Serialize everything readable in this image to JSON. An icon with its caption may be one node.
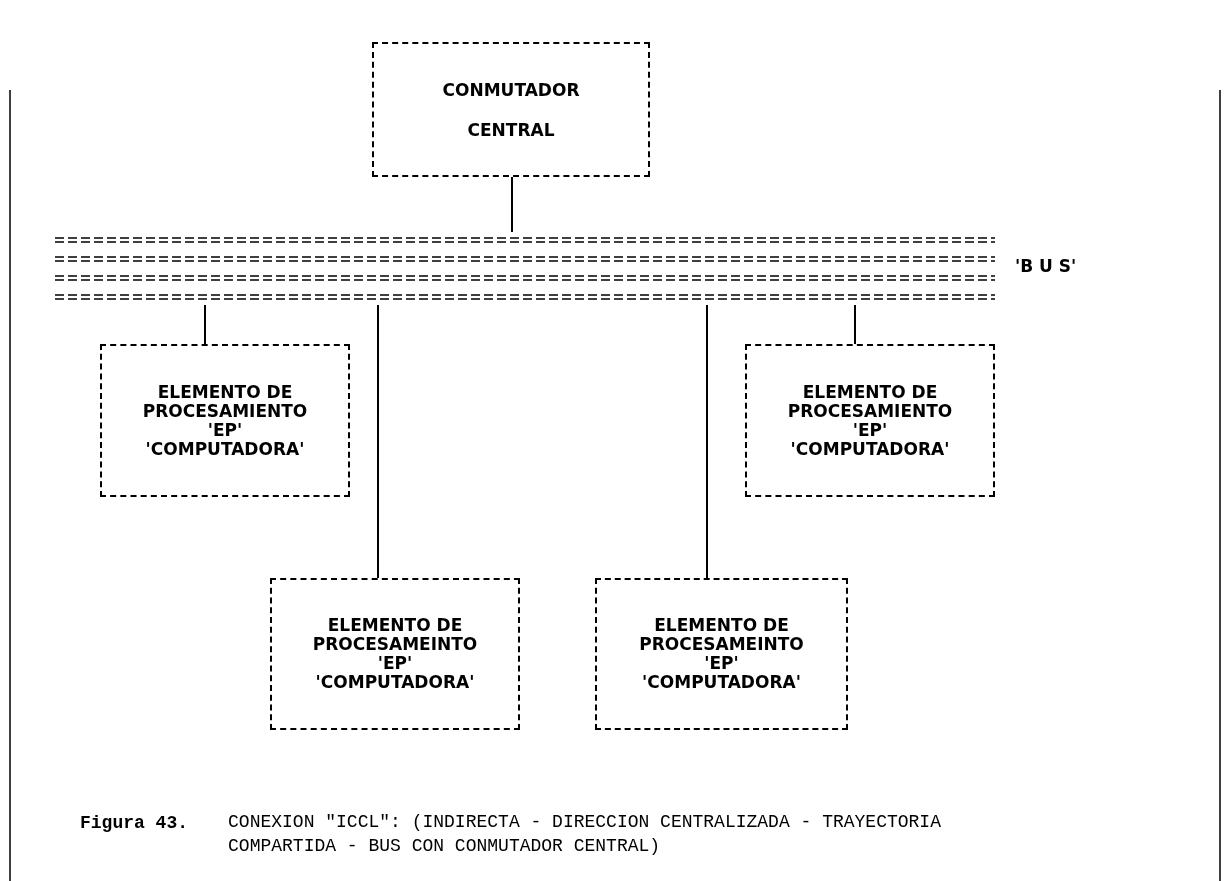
{
  "diagram": {
    "caption": "CONEXION \"ICCL\": (INDIRECTA - DIRECCION CENTRALIZADA - TRAYECTORIA COMPARTIDA - BUS CON CONMUTADOR CENTRAL)",
    "nodes": [
      {
        "text": [
          "CONMUTADOR CENTRAL"
        ]
      },
      {
        "text": [],
        "shape": "bar",
        "beside": [
          "'B U S'"
        ]
      },
      {
        "text": [
          "ELEMENTO DE PROCESAMIENTO",
          "'EP'",
          "'COMPUTADORA'"
        ]
      },
      {
        "text": [
          "ELEMENTO DE PROCESAMEINTO",
          "'EP'",
          "'COMPUTADORA'"
        ]
      },
      {
        "text": [
          "ELEMENTO DE PROCESAMEINTO",
          "'EP'",
          "'COMPUTADORA'"
        ]
      },
      {
        "text": [
          "ELEMENTO DE PROCESAMIENTO",
          "'EP'",
          "'COMPUTADORA'"
        ]
      }
    ],
    "edges": [
      {
        "from": 0,
        "to": 1,
        "arrow": "none"
      },
      {
        "from": 1,
        "to": 2,
        "arrow": "none"
      },
      {
        "from": 1,
        "to": 3,
        "arrow": "none"
      },
      {
        "from": 1,
        "to": 4,
        "arrow": "none"
      },
      {
        "from": 1,
        "to": 5,
        "arrow": "none"
      }
    ],
    "labels": [
      "Figura 43."
    ]
  }
}
